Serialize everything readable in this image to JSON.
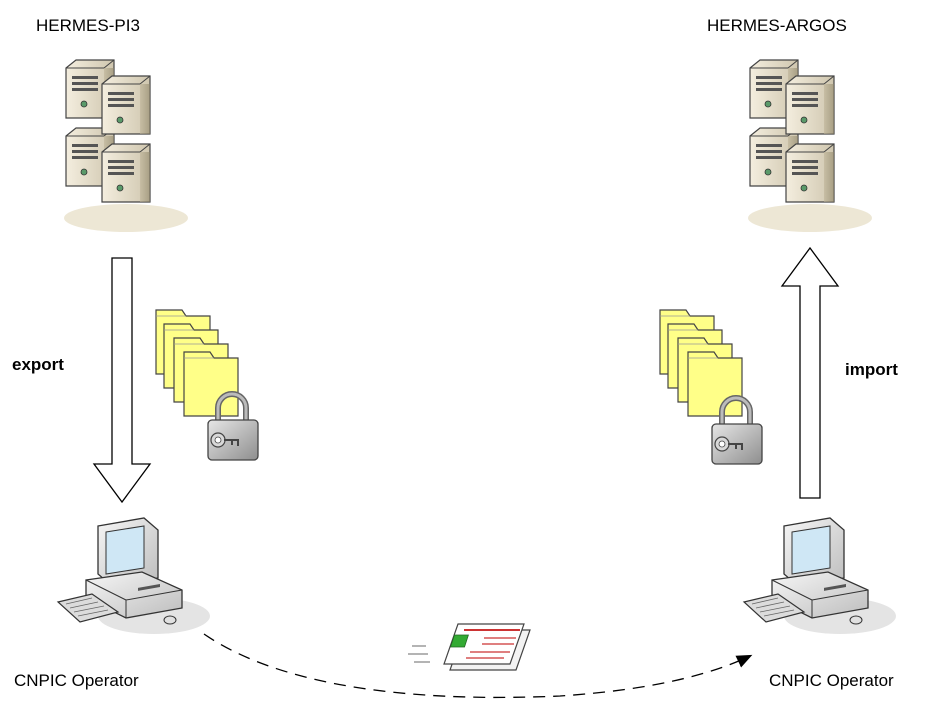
{
  "nodes": {
    "server_left": {
      "label": "HERMES-PI3",
      "icon": "server-rack-icon"
    },
    "server_right": {
      "label": "HERMES-ARGOS",
      "icon": "server-rack-icon"
    },
    "operator_left": {
      "label": "CNPIC Operator",
      "icon": "desktop-computer-icon"
    },
    "operator_right": {
      "label": "CNPIC Operator",
      "icon": "desktop-computer-icon"
    }
  },
  "edges": {
    "export": {
      "label": "export",
      "from": "HERMES-PI3",
      "to": "CNPIC Operator"
    },
    "import": {
      "label": "import",
      "from": "CNPIC Operator",
      "to": "HERMES-ARGOS"
    },
    "transfer": {
      "style": "dashed",
      "icon": "document-envelope-icon"
    }
  },
  "icons": {
    "files_left": "encrypted-files-icon",
    "files_right": "encrypted-files-icon",
    "lock": "padlock-key-icon"
  },
  "colors": {
    "server_body": "#e8e0cc",
    "folder_fill": "#ffff88",
    "screen": "#cfe7f5",
    "lock_body": "#c0c0c0",
    "document_accent": "#cc3333",
    "document_stamp": "#33aa33"
  }
}
